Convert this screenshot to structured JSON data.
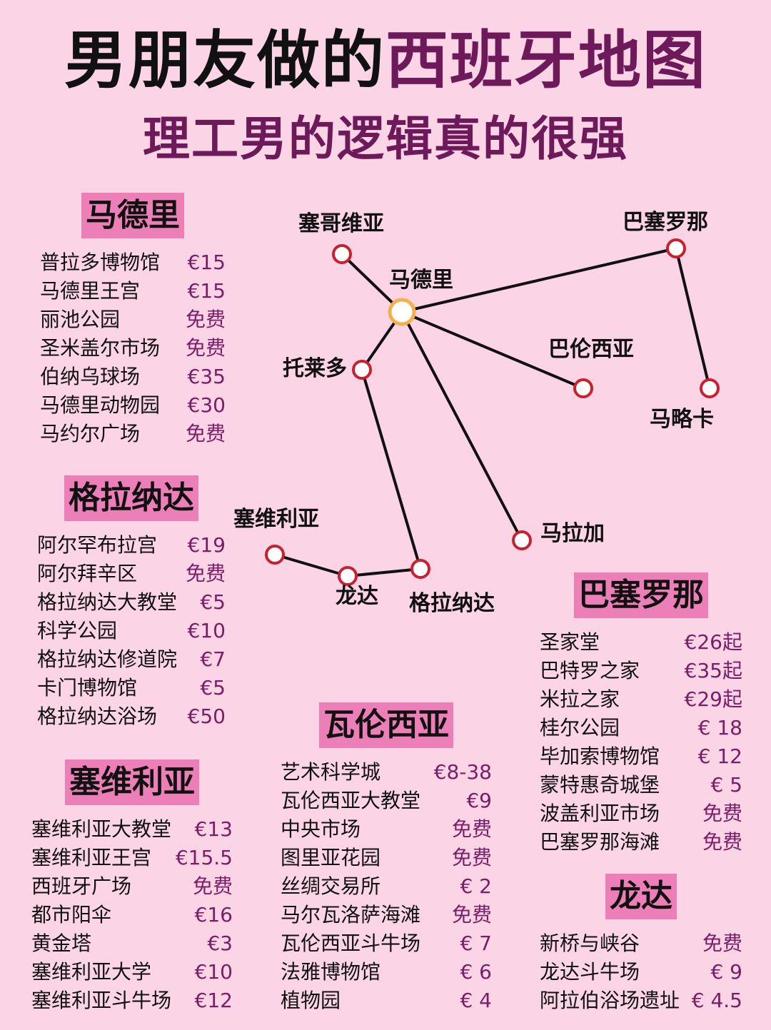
{
  "header": {
    "title_part1": "男朋友做的",
    "title_part2": "西班牙地图",
    "subtitle": "理工男的逻辑真的很强"
  },
  "colors": {
    "background": "#fbd5e6",
    "accent_purple": "#6e1a5a",
    "heading_highlight": "#ec7fb7",
    "node_border": "#c8202e",
    "hub_border": "#f5b04a"
  },
  "map": {
    "nodes": [
      {
        "id": "madrid",
        "label": "马德里",
        "hub": true
      },
      {
        "id": "segovia",
        "label": "塞哥维亚"
      },
      {
        "id": "barcelona",
        "label": "巴塞罗那"
      },
      {
        "id": "valencia",
        "label": "巴伦西亚"
      },
      {
        "id": "mallorca",
        "label": "马略卡"
      },
      {
        "id": "toledo",
        "label": "托莱多"
      },
      {
        "id": "malaga",
        "label": "马拉加"
      },
      {
        "id": "sevilla",
        "label": "塞维利亚"
      },
      {
        "id": "ronda",
        "label": "龙达"
      },
      {
        "id": "granada",
        "label": "格拉纳达"
      }
    ]
  },
  "sections": {
    "madrid": {
      "title": "马德里",
      "items": [
        {
          "name": "普拉多博物馆",
          "price": "€15"
        },
        {
          "name": "马德里王宫",
          "price": "€15"
        },
        {
          "name": "丽池公园",
          "price": "免费"
        },
        {
          "name": "圣米盖尔市场",
          "price": "免费"
        },
        {
          "name": "伯纳乌球场",
          "price": "€35"
        },
        {
          "name": "马德里动物园",
          "price": "€30"
        },
        {
          "name": "马约尔广场",
          "price": "免费"
        }
      ]
    },
    "granada": {
      "title": "格拉纳达",
      "items": [
        {
          "name": "阿尔罕布拉宫",
          "price": "€19"
        },
        {
          "name": "阿尔拜辛区",
          "price": "免费"
        },
        {
          "name": "格拉纳达大教堂",
          "price": "€5"
        },
        {
          "name": "科学公园",
          "price": "€10"
        },
        {
          "name": "格拉纳达修道院",
          "price": "€7"
        },
        {
          "name": "卡门博物馆",
          "price": "€5"
        },
        {
          "name": "格拉纳达浴场",
          "price": "€50"
        }
      ]
    },
    "sevilla": {
      "title": "塞维利亚",
      "items": [
        {
          "name": "塞维利亚大教堂",
          "price": "€13"
        },
        {
          "name": "塞维利亚王宫",
          "price": "€15.5"
        },
        {
          "name": "西班牙广场",
          "price": "免费"
        },
        {
          "name": "都市阳伞",
          "price": "€16"
        },
        {
          "name": "黄金塔",
          "price": "€3"
        },
        {
          "name": "塞维利亚大学",
          "price": "€10"
        },
        {
          "name": "塞维利亚斗牛场",
          "price": "€12"
        }
      ]
    },
    "valencia": {
      "title": "瓦伦西亚",
      "items": [
        {
          "name": "艺术科学城",
          "price": "€8-38"
        },
        {
          "name": "瓦伦西亚大教堂",
          "price": "€9"
        },
        {
          "name": "中央市场",
          "price": "免费"
        },
        {
          "name": "图里亚花园",
          "price": "免费"
        },
        {
          "name": "丝绸交易所",
          "price": "€ 2"
        },
        {
          "name": "马尔瓦洛萨海滩",
          "price": "免费"
        },
        {
          "name": "瓦伦西亚斗牛场",
          "price": "€ 7"
        },
        {
          "name": "法雅博物馆",
          "price": "€ 6"
        },
        {
          "name": "植物园",
          "price": "€ 4"
        }
      ]
    },
    "barcelona": {
      "title": "巴塞罗那",
      "items": [
        {
          "name": "圣家堂",
          "price": "€26起"
        },
        {
          "name": "巴特罗之家",
          "price": "€35起"
        },
        {
          "name": "米拉之家",
          "price": "€29起"
        },
        {
          "name": "桂尔公园",
          "price": "€ 18"
        },
        {
          "name": "毕加索博物馆",
          "price": "€ 12"
        },
        {
          "name": "蒙特惠奇城堡",
          "price": "€ 5"
        },
        {
          "name": "波盖利亚市场",
          "price": "免费"
        },
        {
          "name": "巴塞罗那海滩",
          "price": "免费"
        }
      ]
    },
    "ronda": {
      "title": "龙达",
      "items": [
        {
          "name": "新桥与峡谷",
          "price": "免费"
        },
        {
          "name": "龙达斗牛场",
          "price": "€ 9"
        },
        {
          "name": "阿拉伯浴场遗址",
          "price": "€ 4.5"
        }
      ]
    }
  }
}
